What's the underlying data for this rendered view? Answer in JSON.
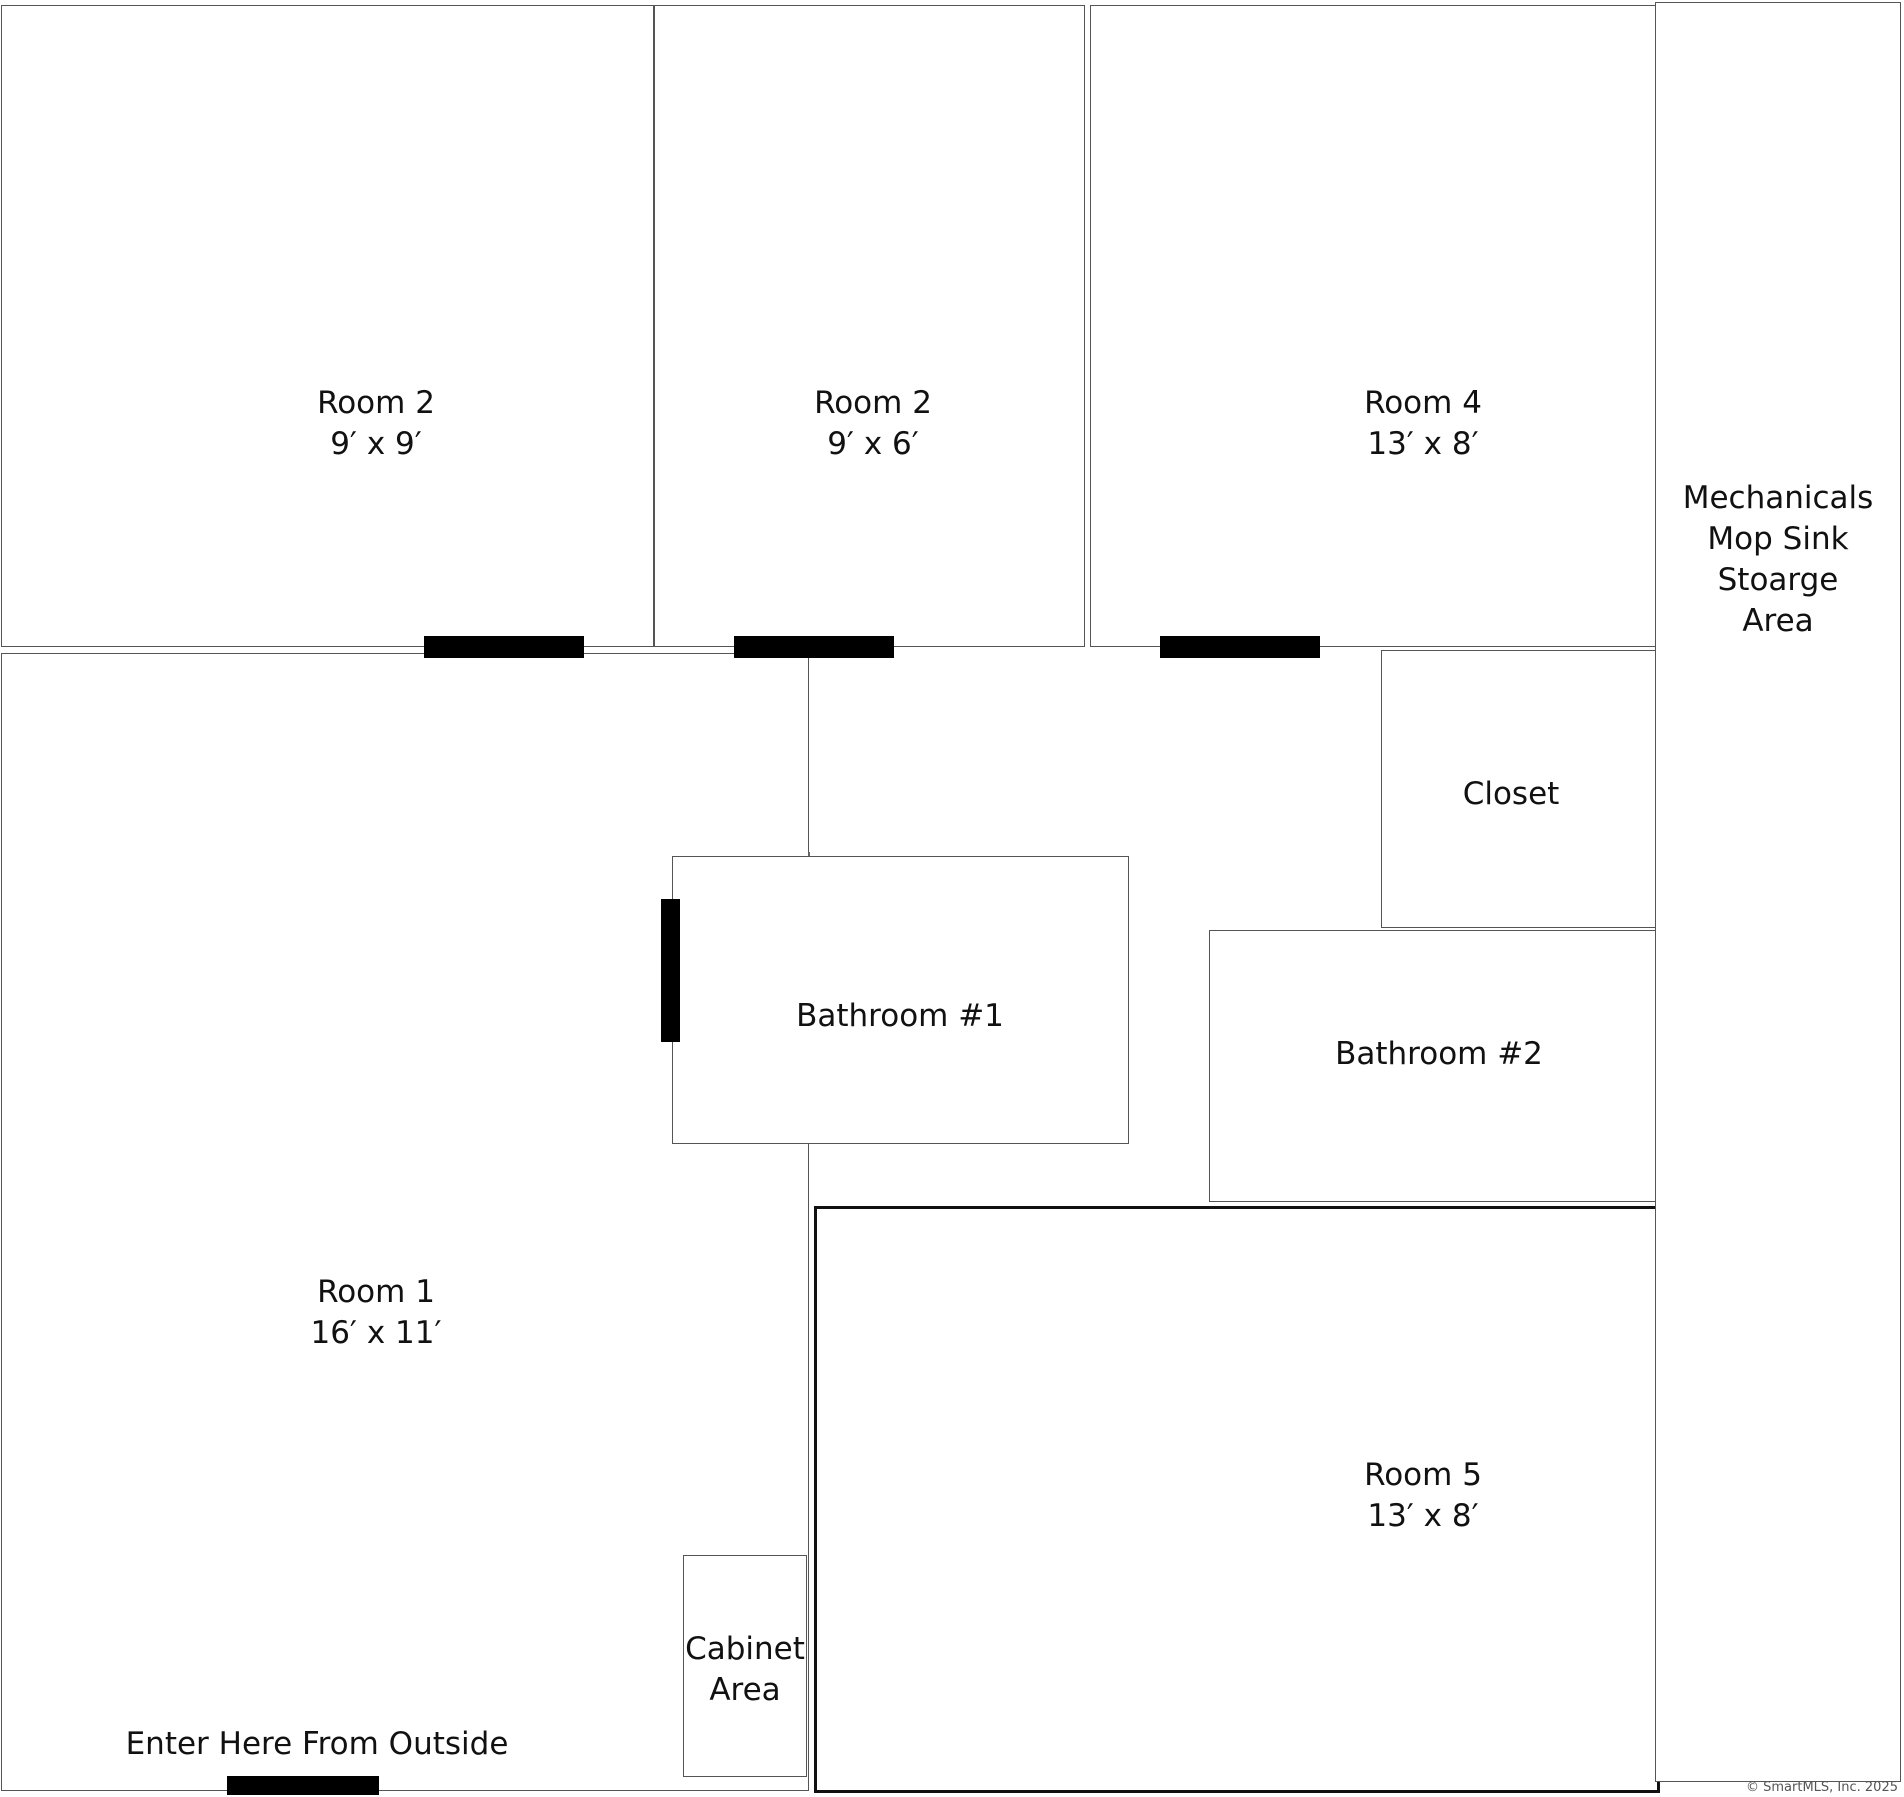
{
  "rooms": {
    "room2a": {
      "name": "Room 2",
      "size": "9′ x 9′"
    },
    "room2b": {
      "name": "Room 2",
      "size": "9′ x 6′"
    },
    "room4": {
      "name": "Room 4",
      "size": "13′ x 8′"
    },
    "mechanicals": {
      "lines": [
        "Mechanicals",
        "Mop Sink",
        "Stoarge",
        "Area"
      ]
    },
    "closet": {
      "name": "Closet"
    },
    "bathroom1": {
      "name": "Bathroom #1"
    },
    "bathroom2": {
      "name": "Bathroom #2"
    },
    "room1": {
      "name": "Room 1",
      "size": "16′ x 11′"
    },
    "room5": {
      "name": "Room 5",
      "size": "13′ x 8′"
    },
    "cabinet": {
      "lines": [
        "Cabinet",
        "Area"
      ]
    }
  },
  "entrance_label": "Enter Here From Outside",
  "copyright": "© SmartMLS, Inc. 2025"
}
